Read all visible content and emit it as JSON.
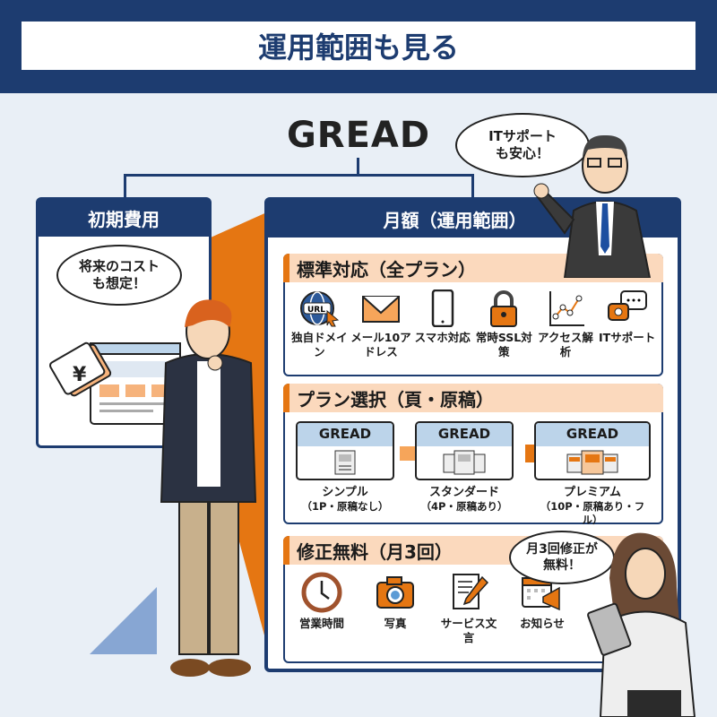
{
  "title": "運用範囲も見る",
  "brand": "GREAD",
  "initial_cost": {
    "heading": "初期費用",
    "bubble": "将来のコストも想定！",
    "tag_symbol": "¥"
  },
  "monthly": {
    "heading": "月額（運用範囲）",
    "standard": {
      "heading": "標準対応（全プラン）",
      "items": [
        {
          "icon": "globe-url-icon",
          "badge": "URL",
          "label": "独自ドメイン"
        },
        {
          "icon": "mail-icon",
          "label": "メール10アドレス"
        },
        {
          "icon": "smartphone-icon",
          "label": "スマホ対応"
        },
        {
          "icon": "lock-icon",
          "label": "常時SSL対策"
        },
        {
          "icon": "line-chart-icon",
          "label": "アクセス解析"
        },
        {
          "icon": "support-chat-icon",
          "label": "ITサポート"
        }
      ]
    },
    "plans": {
      "heading": "プラン選択（頁・原稿）",
      "items": [
        {
          "brand": "GREAD",
          "name": "シンプル",
          "detail": "（1P・原稿なし）"
        },
        {
          "brand": "GREAD",
          "name": "スタンダード",
          "detail": "（4P・原稿あり）"
        },
        {
          "brand": "GREAD",
          "name": "プレミアム",
          "detail": "（10P・原稿あり・フル）"
        }
      ]
    },
    "revisions": {
      "heading": "修正無料（月3回）",
      "items": [
        {
          "icon": "clock-icon",
          "label": "営業時間"
        },
        {
          "icon": "camera-icon",
          "label": "写真"
        },
        {
          "icon": "document-pen-icon",
          "label": "サービス文言"
        },
        {
          "icon": "calendar-megaphone-icon",
          "label": "お知らせ"
        }
      ]
    }
  },
  "bubbles": {
    "support": "ITサポートも安心！",
    "revision": "月3回修正が無料！"
  },
  "colors": {
    "navy": "#1d3c70",
    "orange": "#e57612",
    "peach": "#fbd9bd",
    "light_blue": "#bcd4ea"
  }
}
